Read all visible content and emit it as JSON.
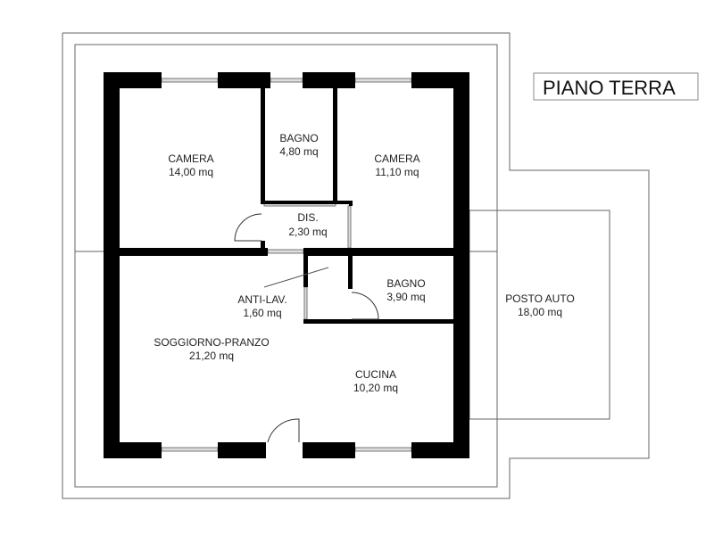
{
  "title": "PIANO TERRA",
  "rooms": {
    "camera1": {
      "name": "CAMERA",
      "area": "14,00 mq"
    },
    "bagno1": {
      "name": "BAGNO",
      "area": "4,80 mq"
    },
    "camera2": {
      "name": "CAMERA",
      "area": "11,10 mq"
    },
    "dis": {
      "name": "DIS.",
      "area": "2,30 mq"
    },
    "antilav": {
      "name": "ANTI-LAV.",
      "area": "1,60 mq"
    },
    "bagno2": {
      "name": "BAGNO",
      "area": "3,90 mq"
    },
    "soggiorno": {
      "name": "SOGGIORNO-PRANZO",
      "area": "21,20 mq"
    },
    "cucina": {
      "name": "CUCINA",
      "area": "10,20 mq"
    },
    "posto_auto": {
      "name": "POSTO AUTO",
      "area": "18,00 mq"
    }
  }
}
